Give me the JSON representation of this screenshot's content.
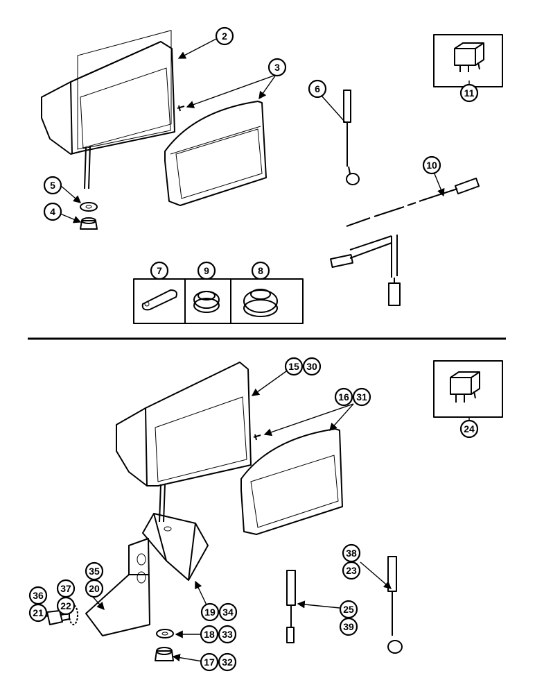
{
  "callouts": {
    "c2": "2",
    "c3": "3",
    "c4": "4",
    "c5": "5",
    "c6": "6",
    "c7": "7",
    "c8": "8",
    "c9": "9",
    "c10": "10",
    "c11": "11",
    "c15": "15",
    "c30": "30",
    "c16": "16",
    "c31": "31",
    "c24": "24",
    "c35": "35",
    "c20": "20",
    "c37": "37",
    "c22": "22",
    "c36": "36",
    "c21": "21",
    "c19": "19",
    "c34": "34",
    "c18": "18",
    "c33": "33",
    "c17": "17",
    "c32": "32",
    "c38": "38",
    "c23": "23",
    "c25": "25",
    "c39": "39"
  },
  "colors": {
    "ink": "#000000",
    "paper": "#ffffff"
  }
}
